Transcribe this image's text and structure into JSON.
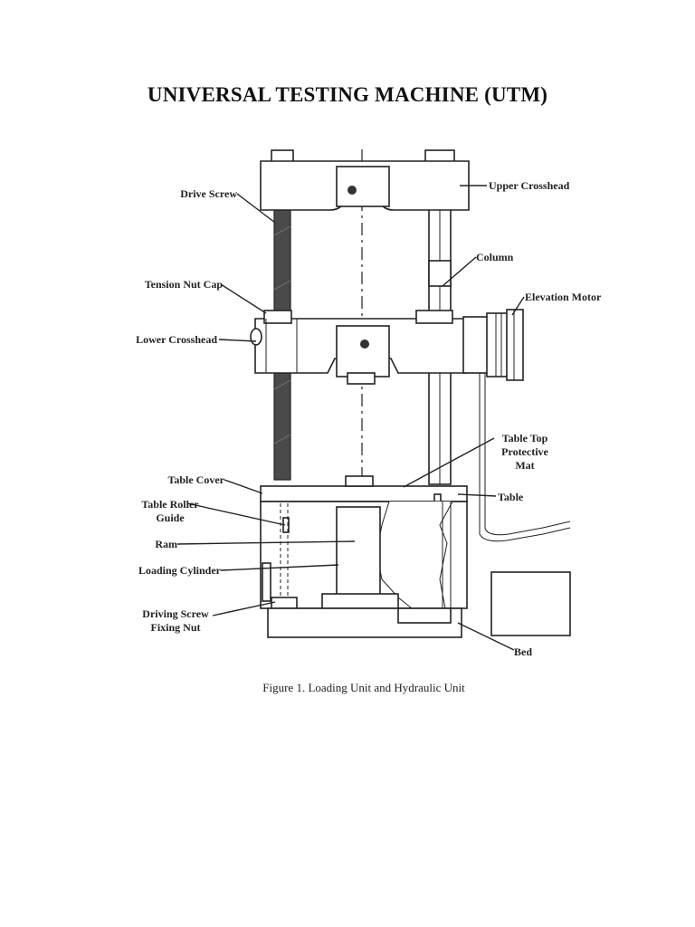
{
  "title": "UNIVERSAL TESTING MACHINE (UTM)",
  "labels": {
    "drive_screw": "Drive Screw",
    "upper_crosshead": "Upper Crosshead",
    "column": "Column",
    "tension_nut_cap": "Tension Nut Cap",
    "elevation_motor": "Elevation Motor",
    "lower_crosshead": "Lower Crosshead",
    "table_top_mat": [
      "Table Top",
      "Protective",
      "Mat"
    ],
    "table_cover": "Table Cover",
    "table": "Table",
    "table_roller_guide": [
      "Table Roller",
      "Guide"
    ],
    "ram": "Ram",
    "loading_cylinder": "Loading Cylinder",
    "driving_screw_fixing_nut": [
      "Driving Screw",
      "Fixing Nut"
    ],
    "bed": "Bed"
  },
  "caption": "Figure 1. Loading Unit and Hydraulic Unit"
}
